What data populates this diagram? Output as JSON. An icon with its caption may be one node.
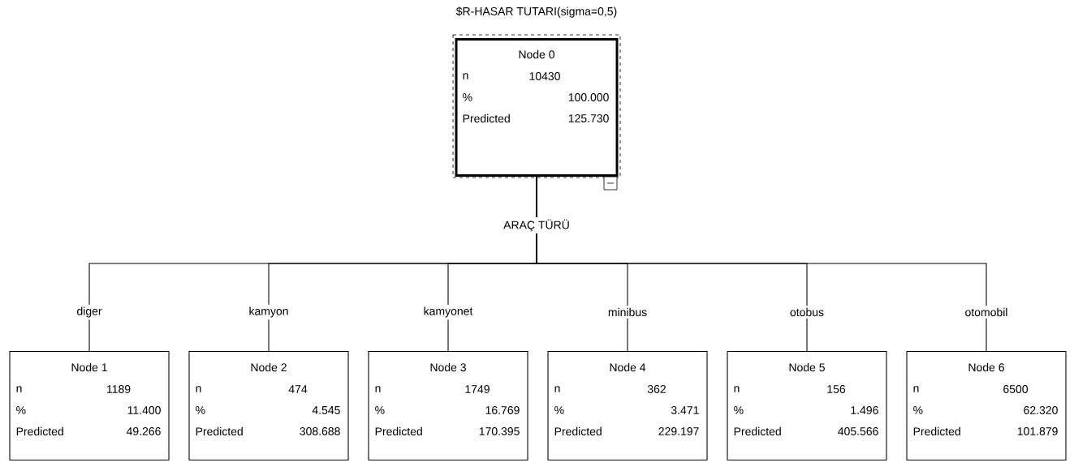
{
  "diagram": {
    "title": "$R-HASAR TUTARI(sigma=0,5)",
    "nodes": [
      {
        "text": [
          "Node 0",
          "n",
          "10430",
          "%",
          "100.000",
          "Predicted",
          "125.730"
        ]
      },
      {
        "text": [
          "Node 1",
          "n",
          "1189",
          "%",
          "11.400",
          "Predicted",
          "49.266"
        ]
      },
      {
        "text": [
          "Node 2",
          "n",
          "474",
          "%",
          "4.545",
          "Predicted",
          "308.688"
        ]
      },
      {
        "text": [
          "Node 3",
          "n",
          "1749",
          "%",
          "16.769",
          "Predicted",
          "170.395"
        ]
      },
      {
        "text": [
          "Node 4",
          "n",
          "362",
          "%",
          "3.471",
          "Predicted",
          "229.197"
        ]
      },
      {
        "text": [
          "Node 5",
          "n",
          "156",
          "%",
          "1.496",
          "Predicted",
          "405.566"
        ]
      },
      {
        "text": [
          "Node 6",
          "n",
          "6500",
          "%",
          "62.320",
          "Predicted",
          "101.879"
        ]
      }
    ],
    "edges": [
      {
        "from": 0,
        "to": 1,
        "arrow": "none",
        "label": "diger"
      },
      {
        "from": 0,
        "to": 2,
        "arrow": "none",
        "label": "kamyon"
      },
      {
        "from": 0,
        "to": 3,
        "arrow": "none",
        "label": "kamyonet"
      },
      {
        "from": 0,
        "to": 4,
        "arrow": "none",
        "label": "minibus"
      },
      {
        "from": 0,
        "to": 5,
        "arrow": "none",
        "label": "otobus"
      },
      {
        "from": 0,
        "to": 6,
        "arrow": "none",
        "label": "otomobil"
      }
    ],
    "labels": [
      "ARAÇ TÜRÜ"
    ]
  }
}
